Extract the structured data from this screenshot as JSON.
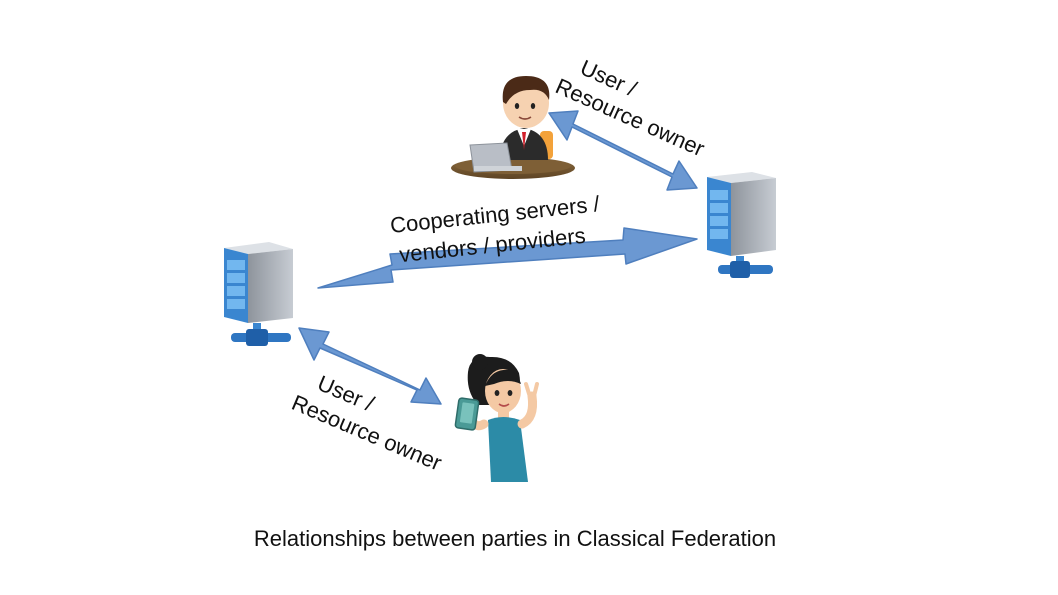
{
  "diagram": {
    "caption": "Relationships between parties in Classical Federation",
    "labels": {
      "top_user_line1": "User /",
      "top_user_line2": "Resource owner",
      "servers_line1": "Cooperating servers /",
      "servers_line2": "vendors / providers",
      "bottom_user_line1": "User /",
      "bottom_user_line2": "Resource owner"
    },
    "nodes": [
      {
        "name": "Businessman user at laptop",
        "icon": "businessman-icon"
      },
      {
        "name": "Right server",
        "icon": "server-icon"
      },
      {
        "name": "Left server",
        "icon": "server-icon"
      },
      {
        "name": "Woman user with phone",
        "icon": "woman-phone-icon"
      }
    ],
    "colors": {
      "arrow_fill": "#6b98d2",
      "arrow_stroke": "#4f7fbe",
      "server_blue": "#3f8ed6",
      "server_body": "#bfc4cc"
    }
  }
}
